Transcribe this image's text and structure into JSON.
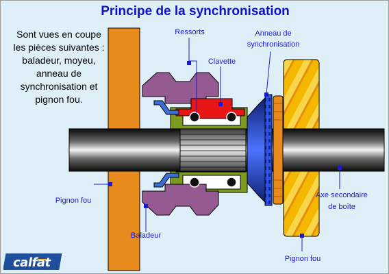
{
  "title": "Principe de la synchronisation",
  "intro_text": "Sont vues en coupe les pièces suivantes : baladeur, moyeu, anneau de synchronisation et pignon fou.",
  "labels": {
    "ressorts": "Ressorts",
    "anneau_line1": "Anneau de",
    "anneau_line2": "synchronisation",
    "clavette": "Clavette",
    "pignon_fou_left": "Pignon fou",
    "baladeur": "Baladeur",
    "axe_line1": "Axe secondaire",
    "axe_line2": "de boîte",
    "pignon_fou_right": "Pignon fou"
  },
  "logo_text": "calfat",
  "colors": {
    "background": "#dfeff7",
    "title": "#1010c8",
    "label": "#1a1ad2",
    "pignon_fou_left": "#e88a1c",
    "baladeur": "#955a92",
    "moyeu": "#7d9a20",
    "clavette": "#e81616",
    "anneau": "#1c3fd0",
    "pignon_fou_right": "#f5b800"
  }
}
